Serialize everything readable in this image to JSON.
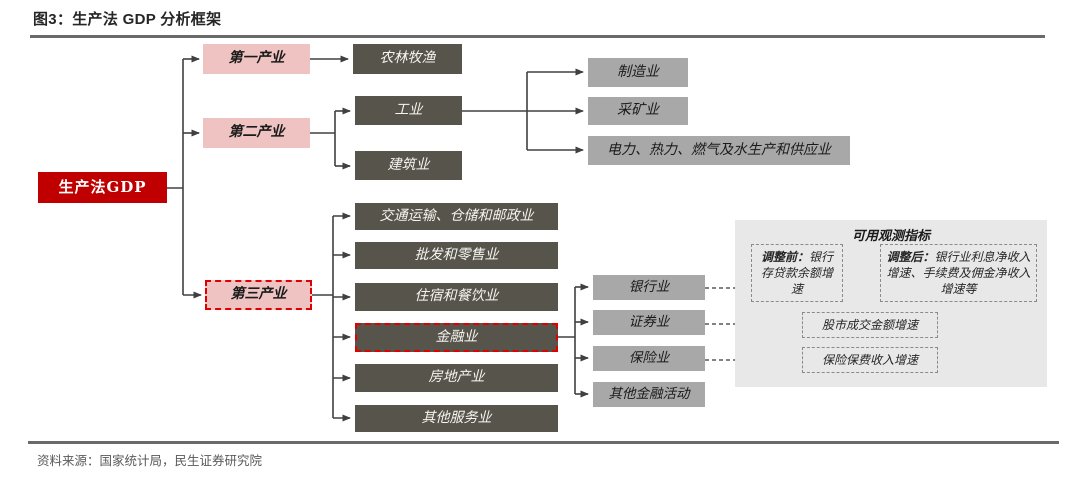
{
  "title": "图3：生产法 GDP 分析框架",
  "source": "资料来源：国家统计局，民生证券研究院",
  "nodes": {
    "root": "生产法GDP",
    "primary": "第一产业",
    "secondary": "第二产业",
    "tertiary": "第三产业",
    "agriculture": "农林牧渔",
    "industry": "工业",
    "construction": "建筑业",
    "manufacturing": "制造业",
    "mining": "采矿业",
    "utilities": "电力、热力、燃气及水生产和供应业",
    "transport": "交通运输、仓储和邮政业",
    "wholesale_retail": "批发和零售业",
    "hospitality": "住宿和餐饮业",
    "finance": "金融业",
    "real_estate": "房地产业",
    "other_services": "其他服务业",
    "banking": "银行业",
    "securities": "证券业",
    "insurance": "保险业",
    "other_finance": "其他金融活动"
  },
  "panel": {
    "title": "可用观测指标",
    "pre_label": "调整前：",
    "pre_text": "银行存贷款余额增速",
    "post_label": "调整后：",
    "post_text": "银行业利息净收入增速、手续费及佣金净收入增速等",
    "securities_indicator": "股市成交金额增速",
    "insurance_indicator": "保险保费收入增速"
  },
  "colors": {
    "accent_red": "#C00000",
    "pink_box": "#F0C3C3",
    "dark_box": "#57544B",
    "grey_box": "#A8A8A8",
    "panel_bg": "#E9E8E8",
    "line": "#404040",
    "dashed_red_border": "#E00000"
  }
}
